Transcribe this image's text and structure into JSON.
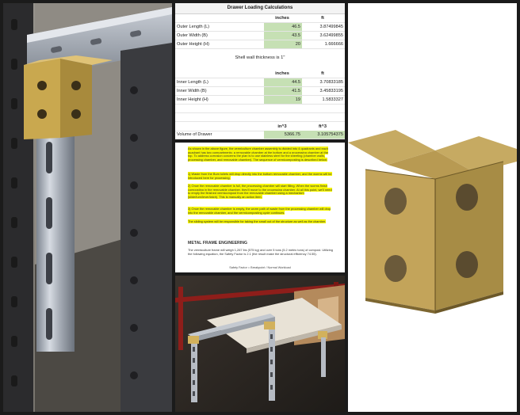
{
  "sheet": {
    "title": "Drawer Loading Calculations",
    "col_inches": "inches",
    "col_ft": "ft",
    "outer_rows": [
      {
        "label": "Outer Length (L)",
        "inches": "46.5",
        "ft": "3.87499845"
      },
      {
        "label": "Outer Width (B)",
        "inches": "43.5",
        "ft": "3.62499855"
      },
      {
        "label": "Outer Height (H)",
        "inches": "20",
        "ft": "1.666666"
      }
    ],
    "shell_note": "Shell wall thickness is 1\"",
    "col_inches_2": "inches",
    "col_ft_2": "ft",
    "inner_rows": [
      {
        "label": "Inner Length (L)",
        "inches": "44.5",
        "ft": "3.70833185"
      },
      {
        "label": "Inner Width (B)",
        "inches": "41.5",
        "ft": "3.45833195"
      },
      {
        "label": "Inner Height (H)",
        "inches": "19",
        "ft": "1.5833327"
      }
    ],
    "vol_col_in": "in^3",
    "vol_col_ft": "ft^3",
    "volume": {
      "label": "Volume of Drawer",
      "in3": "5366.75",
      "ft3": "3.105754375"
    }
  },
  "doc": {
    "para1": "As shown in the above figure, the vermiculture chamber assembly is divided into 4 quadrants and each quadrant has two compartments: a removable chamber at the bottom and a processing chamber at the top. To address corrosion concerns the plan is to use stainless steel for the sheeting (chamber walls, processing chamber, and removable chamber). The sequence of vermicomposting is described below:",
    "para2": "1) Waste from the Bum toilets will drop directly into the bottom removable chamber, and the worms will be introduced here for processing.",
    "para3": "2) Once the removable chamber is full, the processing chamber will start filling. When the worms finish composting in the removable chamber, they'll move to the processing chamber. At all this point, we'll need to empty the finished vermicompost from the removable chamber using a mechanism (slide/turn/lever/latch). This is manually an action item.",
    "para4": "3) Once the removable chamber is empty, the worm path of waste from the processing chamber will drop into the removable chamber, and the vermicomposting cycle continues.",
    "para5": "The sliding system will be responsible for taking the small out of the structure as well as the chamber.",
    "heading": "METAL FRAME ENGINEERING",
    "para6": "The vermiculture frame will weigh 1,267 lbs (575 kg) and over 5 tons (5.2 metric tons) of compost. Utilizing the following equation, the Safety Factor is 2.1 (the result make the structural efficiency 74.55).",
    "footer": "Safety Factor = Breakpoint / Normal Workload"
  }
}
